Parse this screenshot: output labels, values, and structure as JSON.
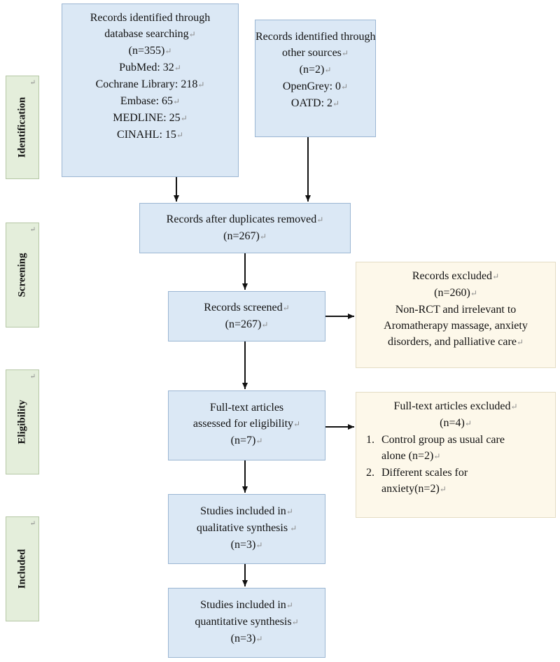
{
  "stages": [
    "Identification",
    "Screening",
    "Eligibility",
    "Included"
  ],
  "boxes": {
    "database": [
      "Records identified through",
      "database searching",
      "(n=355)",
      "PubMed: 32",
      "Cochrane Library: 218",
      "Embase: 65",
      "MEDLINE: 25",
      "CINAHL: 15"
    ],
    "other_sources": [
      "Records identified through",
      "other sources",
      "(n=2)",
      "OpenGrey: 0",
      "OATD: 2"
    ],
    "duplicates_removed": [
      "Records after duplicates removed",
      "(n=267)"
    ],
    "screened": [
      "Records screened",
      "(n=267)"
    ],
    "excluded": [
      "Records excluded",
      "(n=260)",
      "Non-RCT and irrelevant to",
      "Aromatherapy massage, anxiety",
      "disorders, and palliative care"
    ],
    "full_text": [
      "Full-text articles",
      "assessed for eligibility",
      "(n=7)"
    ],
    "full_text_excluded": {
      "title": [
        "Full-text articles excluded",
        "(n=4)"
      ],
      "items": [
        {
          "num": "1.",
          "lines": [
            "Control group as usual care",
            "alone (n=2)"
          ]
        },
        {
          "num": "2.",
          "lines": [
            "Different scales for",
            "anxiety(n=2)"
          ]
        }
      ]
    },
    "qualitative": [
      "Studies included in",
      "qualitative synthesis",
      "(n=3)"
    ],
    "quantitative": [
      "Studies included in",
      "quantitative synthesis",
      "(n=3)"
    ]
  },
  "colors": {
    "blue_box": "#dbe8f5",
    "cream_box": "#fdf8ea",
    "stage_label": "#e4eedb",
    "arrow": "#111111"
  }
}
